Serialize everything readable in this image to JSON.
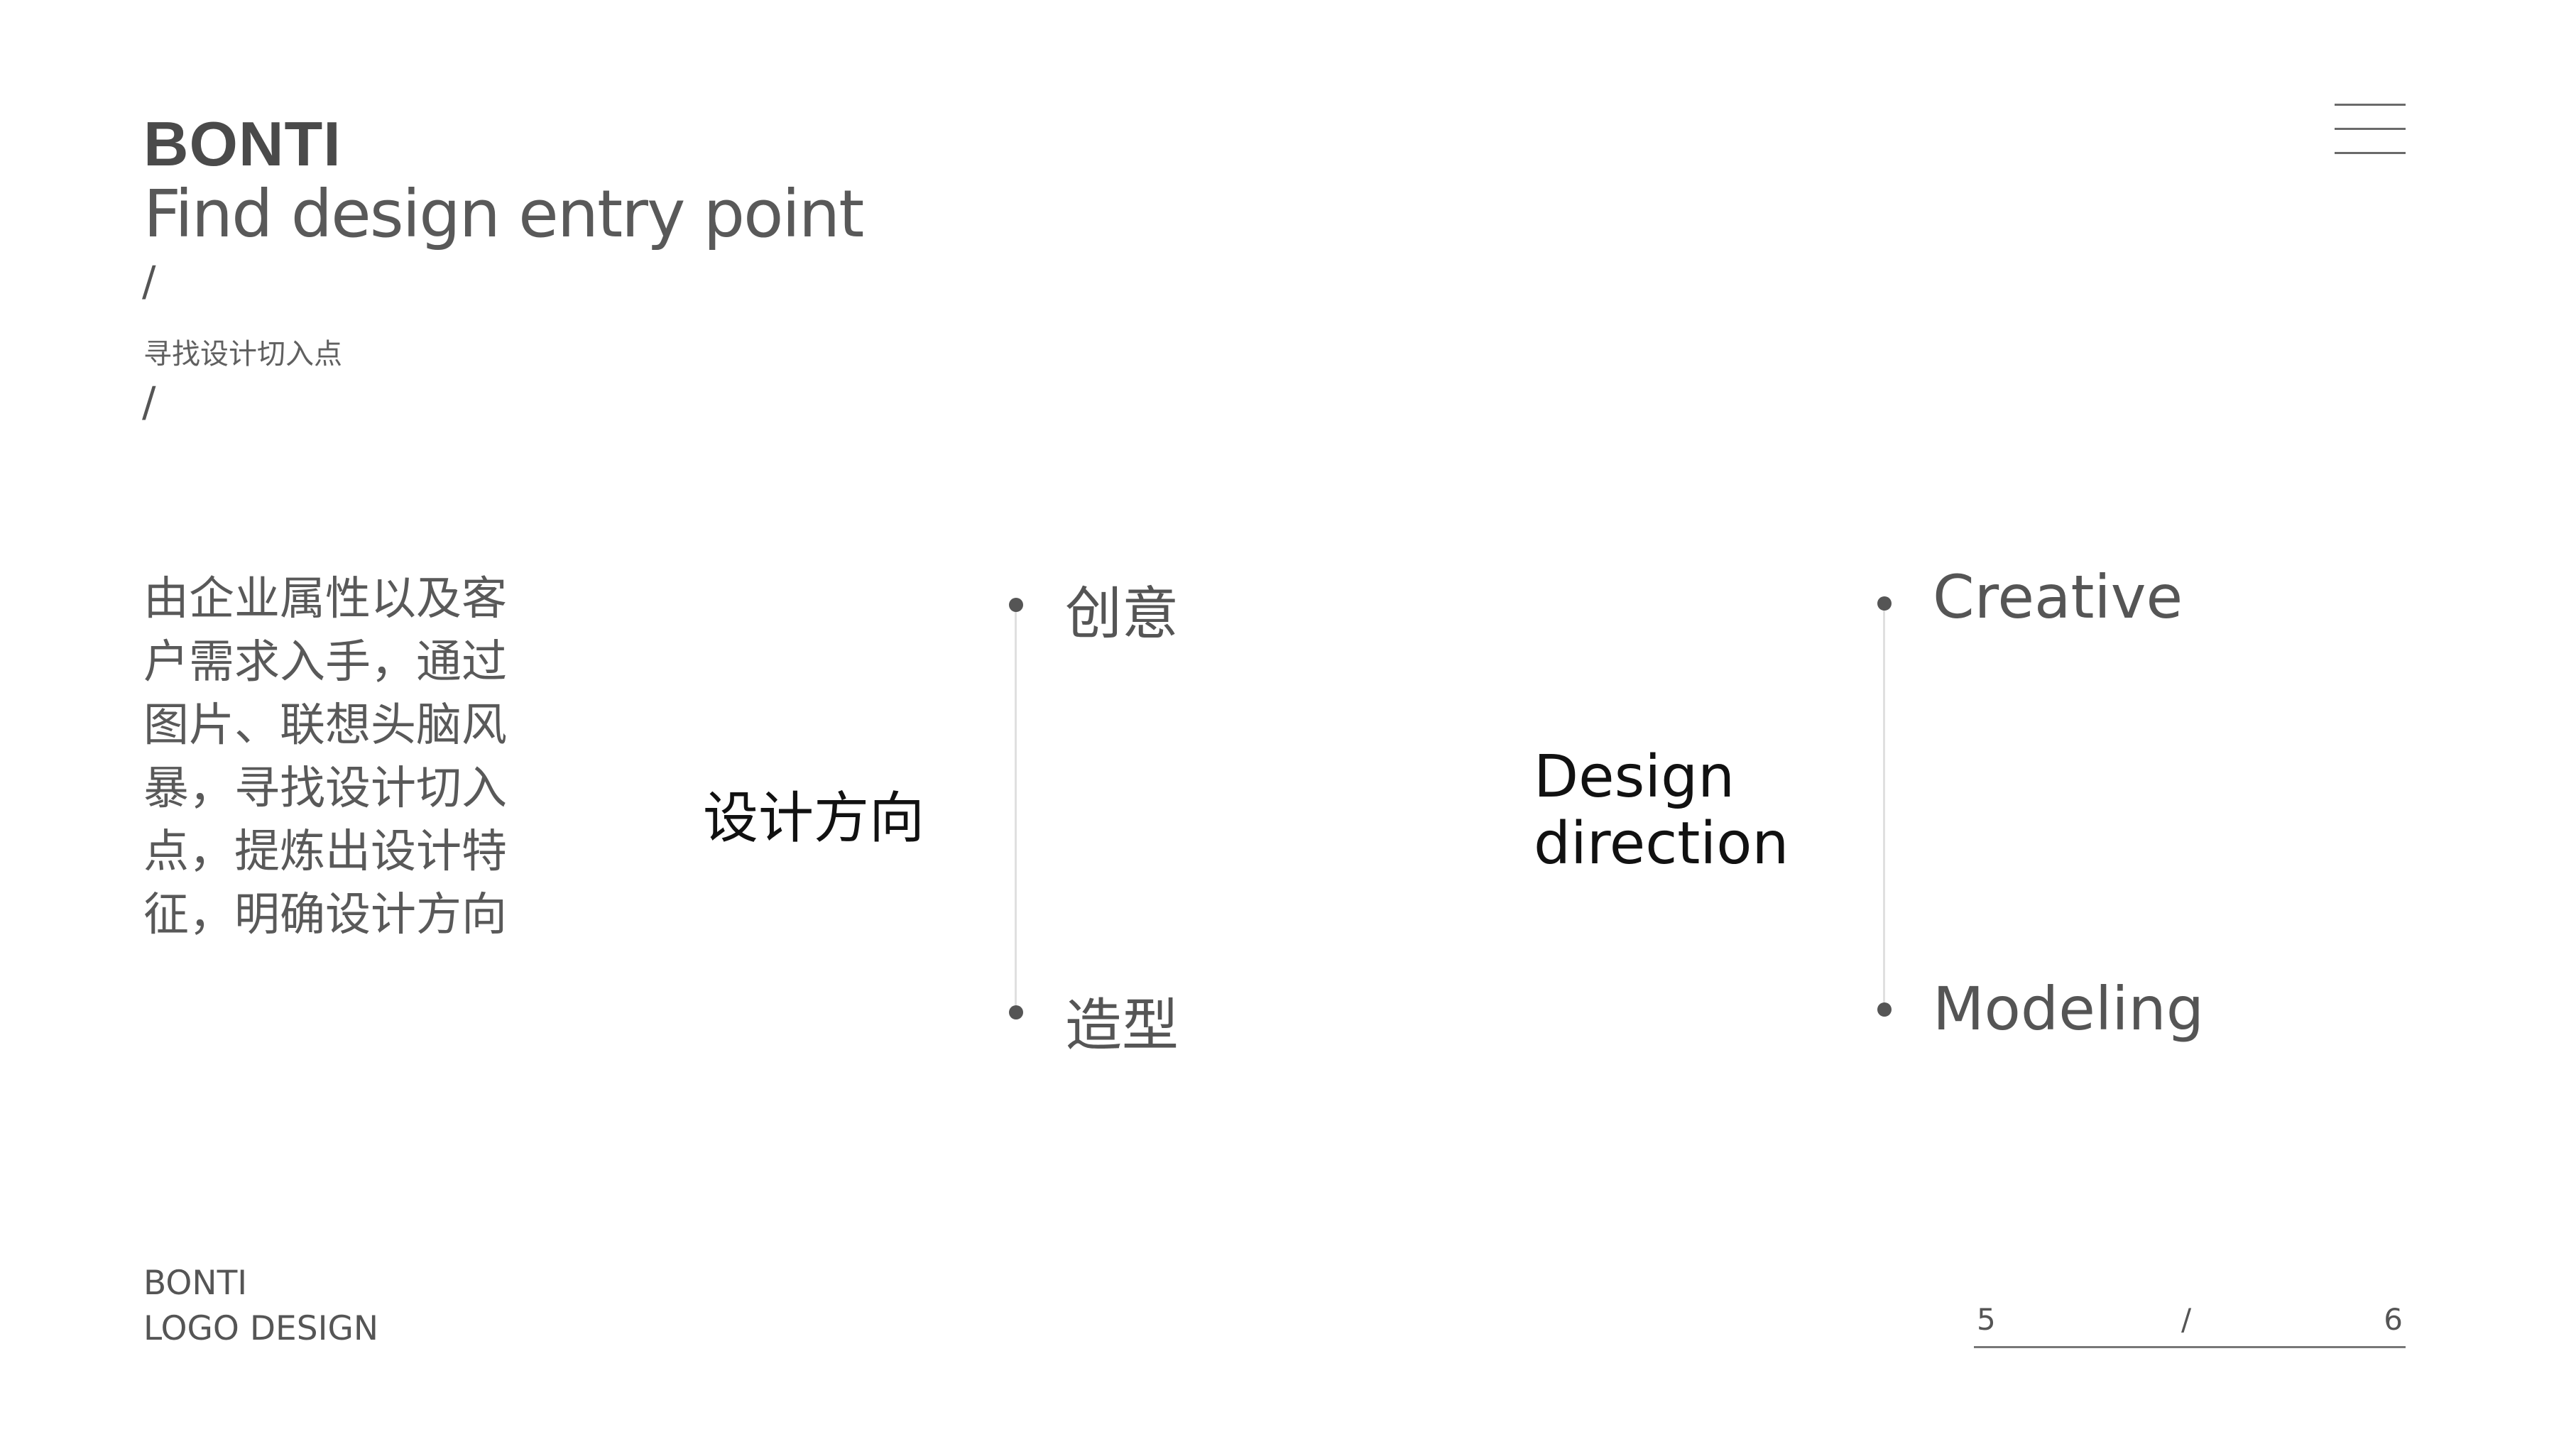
{
  "header": {
    "brand": "BONTI",
    "subtitle_en": "Find design entry point",
    "slash": "/",
    "subtitle_cn": "寻找设计切入点"
  },
  "menu": {
    "icon": "hamburger-menu-icon"
  },
  "description": "由企业属性以及客户需求入手，通过图片、联想头脑风暴，寻找设计切入点，提炼出设计特征，明确设计方向",
  "direction": {
    "label_cn": "设计方向",
    "label_en_line1": "Design",
    "label_en_line2": "direction",
    "items_cn": [
      "创意",
      "造型"
    ],
    "items_en": [
      "Creative",
      "Modeling"
    ]
  },
  "footer": {
    "brand_line1": "BONTI",
    "brand_line2": "LOGO DESIGN"
  },
  "pager": {
    "current": "5",
    "separator": "/",
    "total": "6"
  },
  "colors": {
    "text": "#555555",
    "heading": "#111111",
    "timeline": "#e0e0e0"
  }
}
